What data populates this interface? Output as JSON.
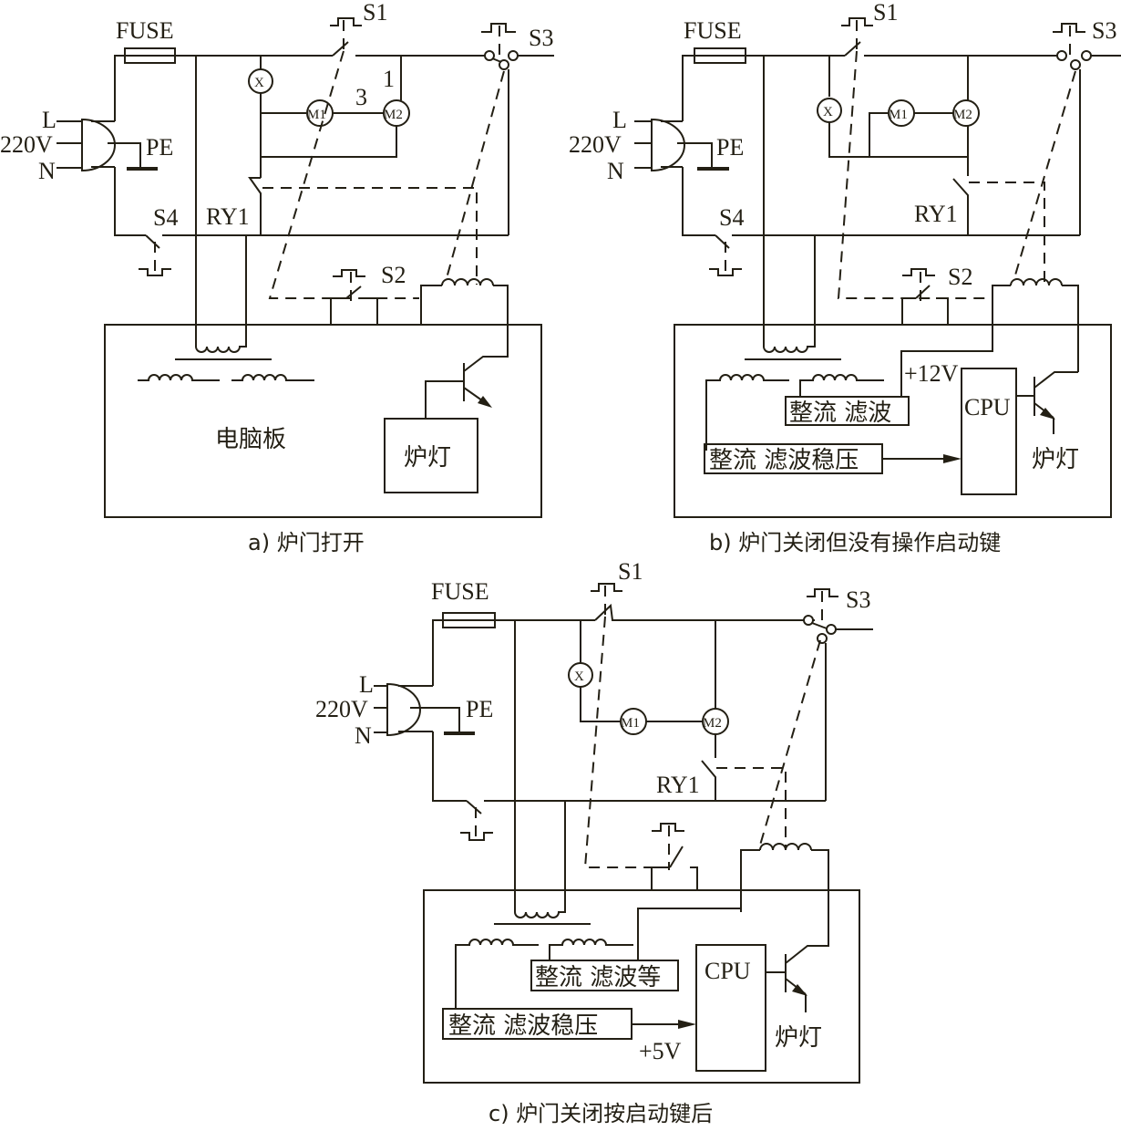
{
  "colors": {
    "ink": "#231f14",
    "background": "#ffffff"
  },
  "common": {
    "fuse": "FUSE",
    "line": "L",
    "voltage": "220V",
    "neutral": "N",
    "earth": "PE",
    "s1": "S1",
    "s2": "S2",
    "s3": "S3",
    "s4": "S4",
    "relay": "RY1",
    "lamp": "X",
    "m1": "M1",
    "m2": "M2",
    "cpu": "CPU",
    "oven_lamp": "炉灯"
  },
  "panels": [
    {
      "id": "a",
      "caption": "a) 炉门打开",
      "board_label": "电脑板",
      "node_labels": {
        "n1": "1",
        "n3": "3"
      }
    },
    {
      "id": "b",
      "caption": "b) 炉门关闭但没有操作启动键",
      "rectifier_filter": "整流 滤波",
      "rectifier_regulator": "整流 滤波稳压",
      "supply_voltage": "+12V"
    },
    {
      "id": "c",
      "caption": "c) 炉门关闭按启动键后",
      "rectifier_filter": "整流 滤波等",
      "rectifier_regulator": "整流 滤波稳压",
      "supply_voltage": "+5V"
    }
  ]
}
